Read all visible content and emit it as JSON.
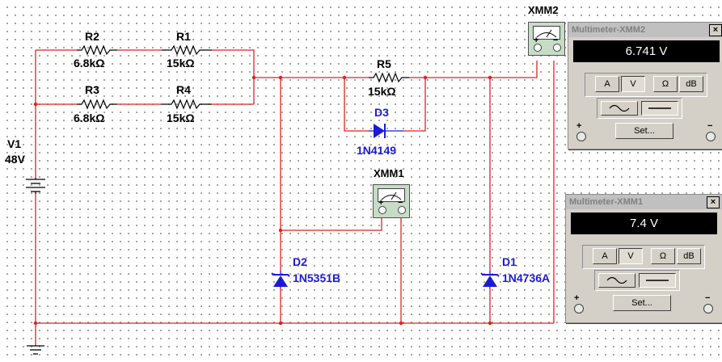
{
  "components": {
    "v1": {
      "ref": "V1",
      "value": "48V"
    },
    "r1": {
      "ref": "R1",
      "value": "15kΩ"
    },
    "r2": {
      "ref": "R2",
      "value": "6.8kΩ"
    },
    "r3": {
      "ref": "R3",
      "value": "6.8kΩ"
    },
    "r4": {
      "ref": "R4",
      "value": "15kΩ"
    },
    "r5": {
      "ref": "R5",
      "value": "15kΩ"
    },
    "d1": {
      "ref": "D1",
      "value": "1N4736A"
    },
    "d2": {
      "ref": "D2",
      "value": "1N5351B"
    },
    "d3": {
      "ref": "D3",
      "value": "1N4149"
    },
    "xmm1": {
      "ref": "XMM1"
    },
    "xmm2": {
      "ref": "XMM2"
    }
  },
  "meter_symbol": {
    "plus": "+",
    "minus": "−"
  },
  "multimeters": [
    {
      "title": "Multimeter-XMM2",
      "reading": "6.741 V",
      "buttons": [
        "A",
        "V",
        "Ω",
        "dB"
      ],
      "selected": "V",
      "set_label": "Set...",
      "plus": "+",
      "minus": "−",
      "close": "×"
    },
    {
      "title": "Multimeter-XMM1",
      "reading": "7.4 V",
      "buttons": [
        "A",
        "V",
        "Ω",
        "dB"
      ],
      "selected": "V",
      "set_label": "Set...",
      "plus": "+",
      "minus": "−",
      "close": "×"
    }
  ],
  "colors": {
    "wire": "#e02020",
    "component": "#000000",
    "diode": "#1a1ad6",
    "meter_body": "#c6dcc6"
  }
}
